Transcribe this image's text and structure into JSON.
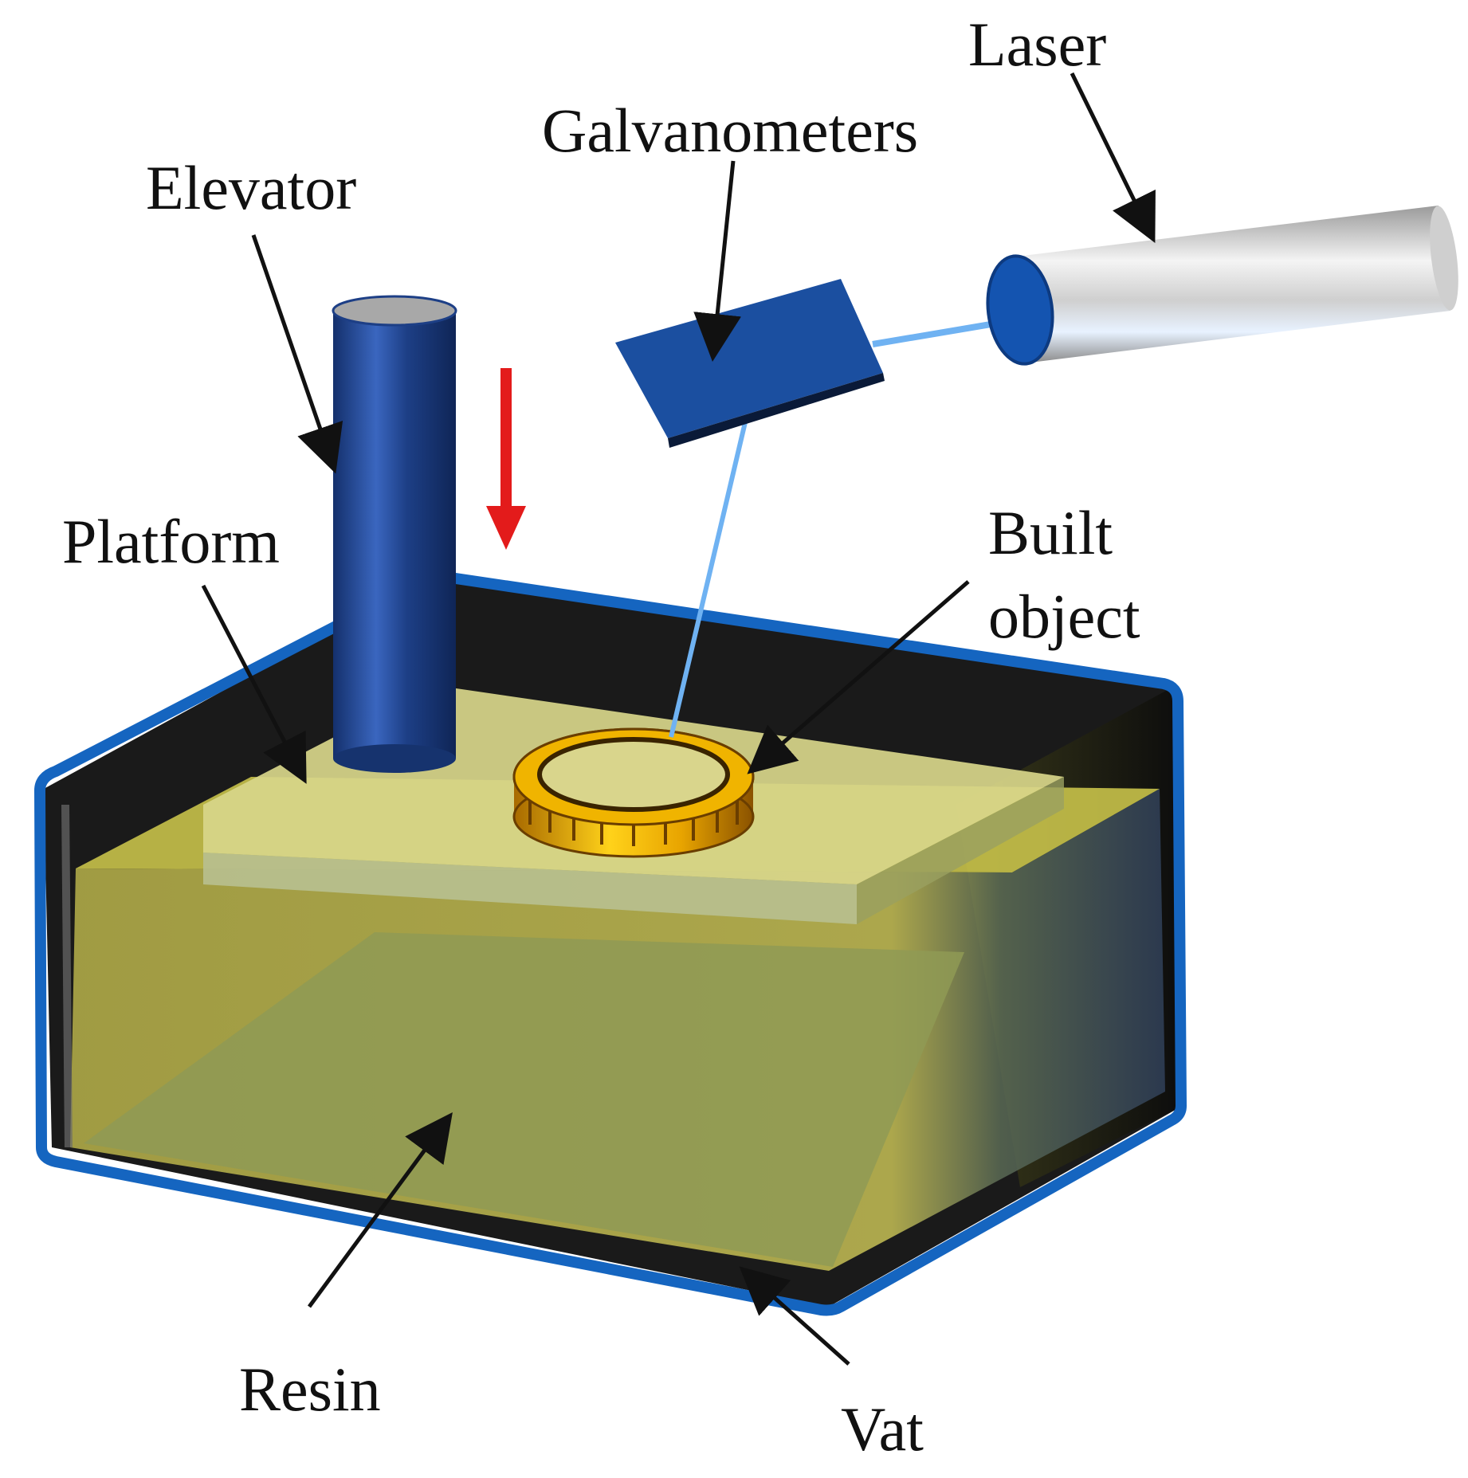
{
  "labels": {
    "laser": "Laser",
    "galvanometers": "Galvanometers",
    "elevator": "Elevator",
    "platform": "Platform",
    "built_object_line1": "Built",
    "built_object_line2": "object",
    "resin": "Resin",
    "vat": "Vat"
  },
  "colors": {
    "vat_frame": "#1565c0",
    "vat_inner": "#1a1a1a",
    "resin": "#c8c24a",
    "resin_deep": "#8f9a55",
    "platform": "#d8d68a",
    "elevator": "#1d3f86",
    "galvanometer": "#1b4fa0",
    "laser_body": "#d8d8d8",
    "laser_beam": "#6fb2f2",
    "arrow_motion": "#e31b1b",
    "built_object": "#f2b200",
    "leader_lines": "#111111"
  }
}
